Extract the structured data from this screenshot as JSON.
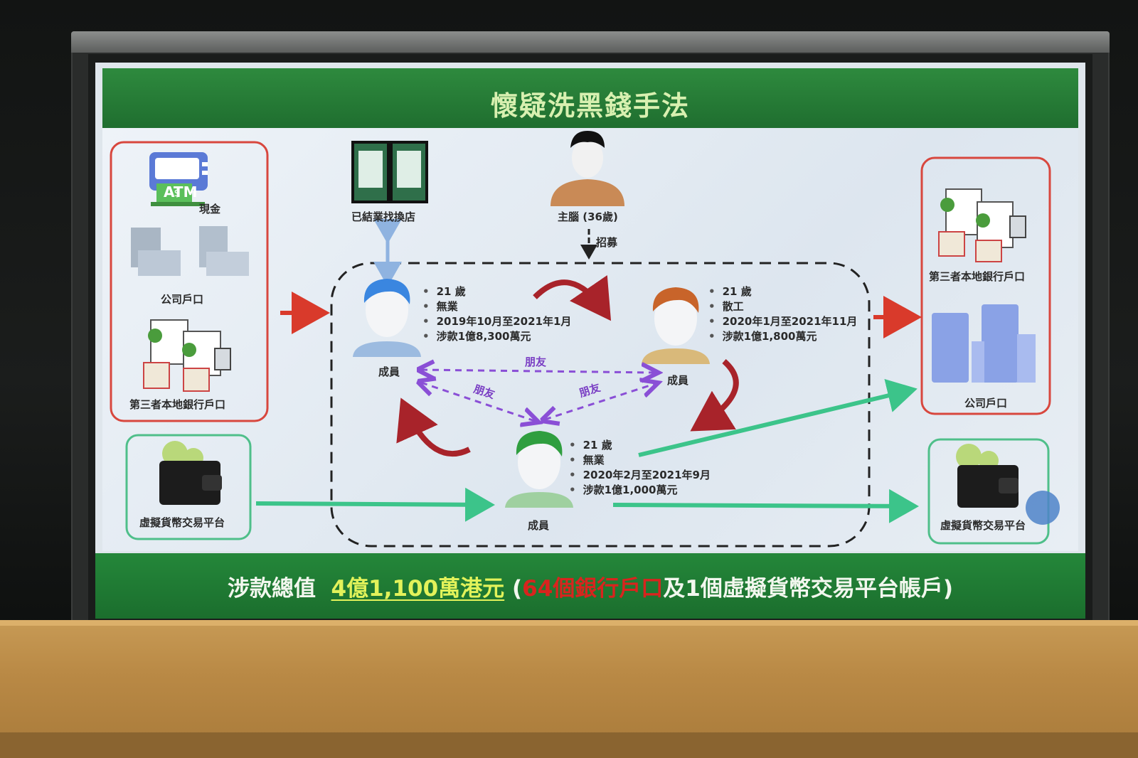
{
  "title": "懷疑洗黑錢手法",
  "sources": {
    "cash_label": "現金",
    "atm_text": "ATM",
    "company_label": "公司戶口",
    "third_party_label": "第三者本地銀行戶口",
    "crypto_label": "虛擬貨幣交易平台"
  },
  "destinations": {
    "third_party_label": "第三者本地銀行戶口",
    "company_label": "公司戶口",
    "crypto_label": "虛擬貨幣交易平台"
  },
  "exchange_shop_label": "已結業找換店",
  "mastermind": {
    "label": "主腦 (36歲)",
    "recruit_label": "招募"
  },
  "members": [
    {
      "label": "成員",
      "details": [
        "21 歲",
        "無業",
        "2019年10月至2021年1月",
        "涉款1億8,300萬元"
      ],
      "hair_color": "#3a86e0"
    },
    {
      "label": "成員",
      "details": [
        "21 歲",
        "散工",
        "2020年1月至2021年11月",
        "涉款1億1,800萬元"
      ],
      "hair_color": "#c8642a"
    },
    {
      "label": "成員",
      "details": [
        "21 歲",
        "無業",
        "2020年2月至2021年9月",
        "涉款1億1,000萬元"
      ],
      "hair_color": "#2f9e3f"
    }
  ],
  "friend_label": "朋友",
  "summary": {
    "prefix": "涉款總值",
    "amount": "4億1,100萬港元",
    "open_paren": "(",
    "accounts": "64個銀行戶口",
    "rest": "及1個虛擬貨幣交易平台帳戶)"
  },
  "colors": {
    "title_text": "#d8f0b0",
    "green_bar": "#24873a",
    "red_arrow": "#d93a2b",
    "green_arrow": "#3cc48a",
    "friend_arrow": "#8a4fd6",
    "cycle_arrow": "#a8232a",
    "source_box_red": "#d8473e",
    "source_box_green": "#4fbf8a"
  }
}
